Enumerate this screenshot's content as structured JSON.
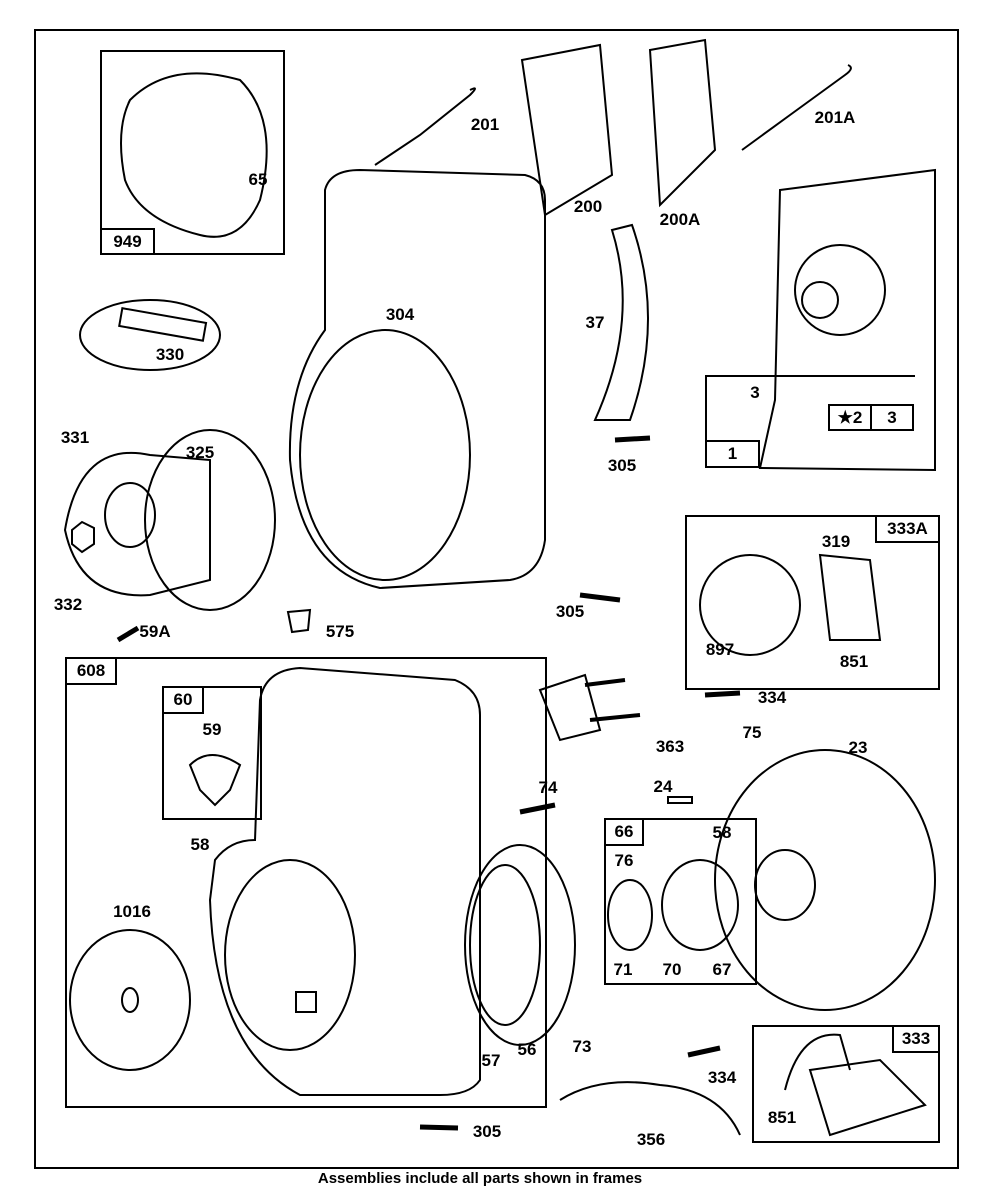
{
  "labels": {
    "p949": "949",
    "p65": "65",
    "p201": "201",
    "p200": "200",
    "p200A": "200A",
    "p201A": "201A",
    "p304": "304",
    "p37": "37",
    "p330": "330",
    "p3a": "3",
    "p2": "★2",
    "p3b": "3",
    "p1": "1",
    "p305a": "305",
    "p331": "331",
    "p325": "325",
    "p332": "332",
    "p59A": "59A",
    "p575": "575",
    "p305b": "305",
    "p333A": "333A",
    "p319": "319",
    "p897": "897",
    "p851a": "851",
    "p334a": "334",
    "p363": "363",
    "p75": "75",
    "p23": "23",
    "p608": "608",
    "p60": "60",
    "p59": "59",
    "p58a": "58",
    "p74": "74",
    "p24": "24",
    "p66": "66",
    "p58b": "58",
    "p76": "76",
    "p71": "71",
    "p70": "70",
    "p67": "67",
    "p1016": "1016",
    "p57": "57",
    "p56": "56",
    "p73": "73",
    "p334b": "334",
    "p333": "333",
    "p851b": "851",
    "p305c": "305",
    "p356": "356"
  },
  "caption": "Assemblies include all parts shown in frames"
}
